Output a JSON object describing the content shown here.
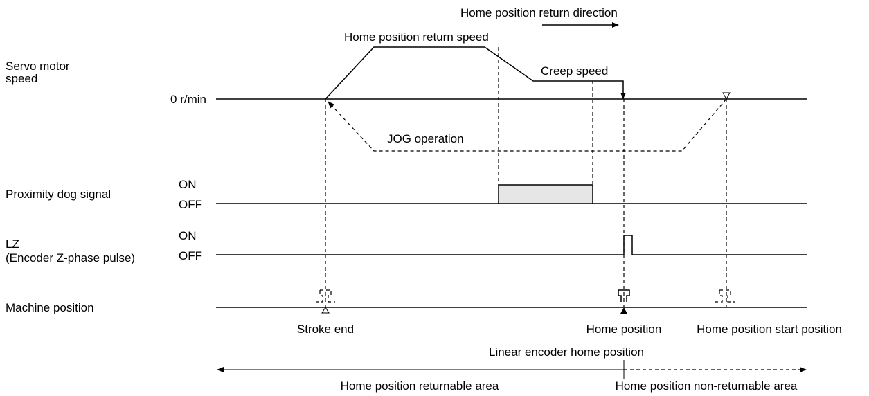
{
  "rows": {
    "servo_motor_speed": [
      "Servo motor",
      "speed"
    ],
    "zero_speed": "0 r/min",
    "proximity_dog": "Proximity dog signal",
    "lz_name": "LZ",
    "lz_desc": "(Encoder Z-phase pulse)",
    "machine_position": "Machine position",
    "on": "ON",
    "off": "OFF"
  },
  "annotations": {
    "return_direction": "Home position return direction",
    "return_speed": "Home position return speed",
    "creep_speed": "Creep speed",
    "jog_operation": "JOG operation",
    "stroke_end": "Stroke end",
    "home_position": "Home position",
    "start_position": "Home position start position",
    "linear_encoder_home": "Linear encoder home position",
    "returnable_area": "Home position returnable area",
    "non_returnable_area": "Home position non-returnable area"
  },
  "colors": {
    "line": "#000000",
    "dog_fill": "#e6e6e6"
  }
}
